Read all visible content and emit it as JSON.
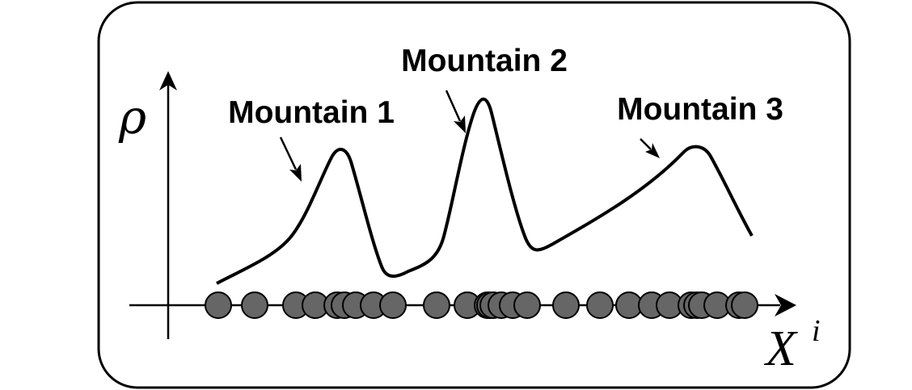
{
  "diagram": {
    "y_axis_label": "ρ",
    "x_axis_label": "X",
    "x_axis_superscript": "i",
    "annotations": [
      "Mountain 1",
      "Mountain 2",
      "Mountain 3"
    ],
    "data_point_count": 28,
    "colors": {
      "frame_stroke": "#000000",
      "curve_stroke": "#000000",
      "point_fill": "#666666",
      "point_stroke": "#000000"
    }
  }
}
